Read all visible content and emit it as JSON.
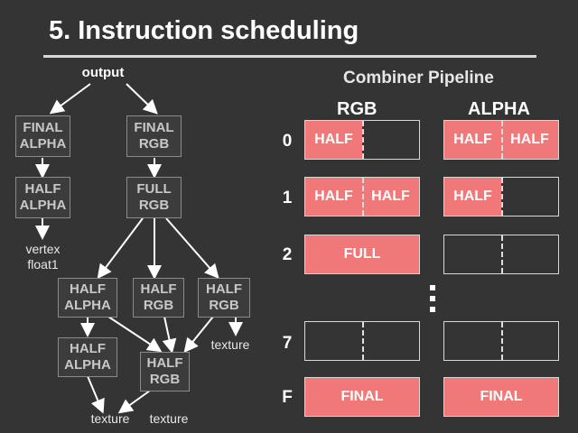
{
  "slide": {
    "title": "5. Instruction scheduling"
  },
  "tree": {
    "output_label": "output",
    "nodes": [
      {
        "id": "final-alpha",
        "line1": "FINAL",
        "line2": "ALPHA"
      },
      {
        "id": "final-rgb",
        "line1": "FINAL",
        "line2": "RGB"
      },
      {
        "id": "half-alpha-top",
        "line1": "HALF",
        "line2": "ALPHA"
      },
      {
        "id": "full-rgb",
        "line1": "FULL",
        "line2": "RGB"
      },
      {
        "id": "half-alpha-mid",
        "line1": "HALF",
        "line2": "ALPHA"
      },
      {
        "id": "half-rgb-mid",
        "line1": "HALF",
        "line2": "RGB"
      },
      {
        "id": "half-rgb-right",
        "line1": "HALF",
        "line2": "RGB"
      },
      {
        "id": "half-alpha-low",
        "line1": "HALF",
        "line2": "ALPHA"
      },
      {
        "id": "half-rgb-low",
        "line1": "HALF",
        "line2": "RGB"
      }
    ],
    "leaves": {
      "vertex": "vertex",
      "float1": "float1",
      "texture_right": "texture",
      "texture_bottom_left": "texture",
      "texture_bottom_right": "texture"
    }
  },
  "pipeline": {
    "title": "Combiner Pipeline",
    "col_rgb": "RGB",
    "col_alpha": "ALPHA",
    "rows": [
      {
        "label": "0",
        "rgb": {
          "left": "HALF",
          "right": ""
        },
        "alpha": {
          "left": "HALF",
          "right": "HALF"
        }
      },
      {
        "label": "1",
        "rgb": {
          "left": "HALF",
          "right": "HALF"
        },
        "alpha": {
          "left": "HALF",
          "right": ""
        }
      },
      {
        "label": "2",
        "rgb_full": "FULL",
        "alpha": {
          "left": "",
          "right": ""
        }
      },
      {
        "label": "7",
        "rgb": {
          "left": "",
          "right": ""
        },
        "alpha": {
          "left": "",
          "right": ""
        }
      },
      {
        "label": "F",
        "rgb_full": "FINAL",
        "alpha_full": "FINAL"
      }
    ]
  },
  "colors": {
    "background": "#343434",
    "stage_fill": "#f07878",
    "node_border": "#8a8a8a"
  }
}
